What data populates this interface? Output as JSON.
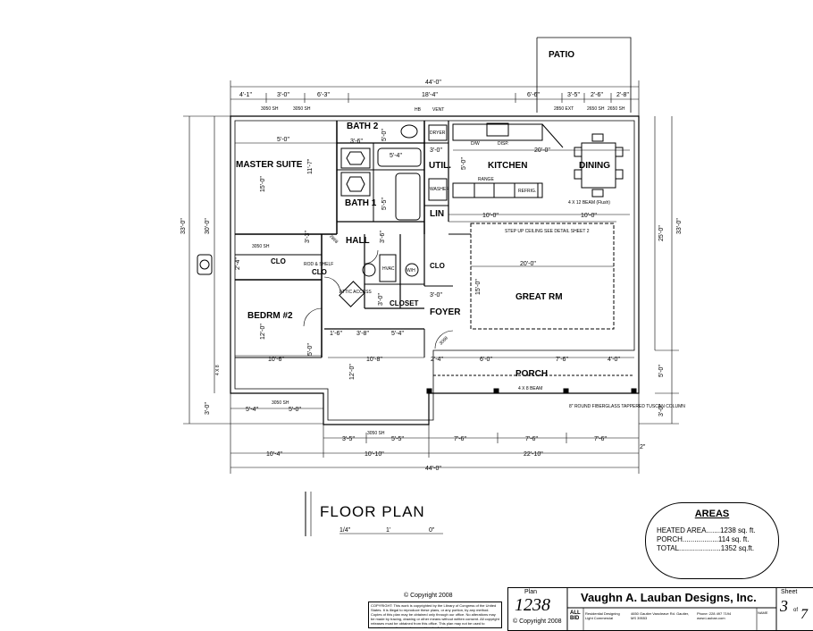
{
  "labels": {
    "patio": "PATIO",
    "bath2": "BATH 2",
    "master_suite": "MASTER SUITE",
    "util": "UTIL.",
    "kitchen": "KITCHEN",
    "dining": "DINING",
    "bath1": "BATH 1",
    "lin": "LIN",
    "hall": "HALL",
    "clo_master": "CLO",
    "clo_bed": "CLO",
    "clo_hall": "CLO",
    "closet": "CLOSET",
    "foyer": "FOYER",
    "great_rm": "GREAT RM",
    "bedrm2": "BEDRM #2",
    "porch": "PORCH",
    "dryer": "DRYER",
    "washer": "WASHER",
    "range": "RANGE",
    "refrig": "REFRIG.",
    "dw": "D/W",
    "disp": "DISP.",
    "wh": "W/H",
    "hvac": "HVAC",
    "attic": "ATTIC ACCESS",
    "rod_shelf": "ROD & SHELF",
    "step_ceiling": "STEP UP CEILING SEE DETAIL SHEET 2",
    "beam_flush": "4 X 12 BEAM (Flush)",
    "beam_porch": "4 X 8 BEAM",
    "column_note": "8\" ROUND FIBERGLASS TAPPERED TUSCAN COLUMN",
    "vent": "VENT",
    "hb": "HB"
  },
  "dimensions": {
    "overall_top": "44'-0\"",
    "overall_bottom": "44'-0\"",
    "top_segments": [
      "4'-1\"",
      "3'-0\"",
      "6'-3\"",
      "18'-4\"",
      "6'-6\"",
      "3'-5\"",
      "2'-6\"",
      "2'-8\""
    ],
    "left_overall": "33'-0\"",
    "left_inner": "30'-0\"",
    "left_bottom": "3'-0\"",
    "right_overall": "33'-0\"",
    "right_upper": "25'-0\"",
    "right_mid": "5'-0\"",
    "right_bottom": "3'-0\"",
    "master_width": "5'-0\"",
    "master_depth": "15'-0\"",
    "master_side": "11'-7\"",
    "bath2_a": "3'-6\"",
    "bath2_b": "5'-0\"",
    "bath1_a": "5'-4\"",
    "bath1_b": "5'-5\"",
    "util_a": "3'-0\"",
    "util_b": "5'-0\"",
    "kitchen_dim": "20'-0\"",
    "kitchen_a": "10'-0\"",
    "kitchen_b": "10'-0\"",
    "great_w": "20'-0\"",
    "great_d": "15'-0\"",
    "hall_a": "3'-3\"",
    "hall_b": "3'-6\"",
    "clo_a": "2'-4\"",
    "clo_b": "3'-0\"",
    "closet_w": "3'-0\"",
    "foyer_w": "3'-0\"",
    "bed_w": "10'-6\"",
    "bed_d": "12'-0\"",
    "bed_side": "5'-0\"",
    "bed_bottom_a": "5'-4\"",
    "bed_bottom_b": "5'-0\"",
    "garage_w": "10'-8\"",
    "garage_d": "12'-0\"",
    "garage_a": "1'-6\"",
    "garage_b": "3'-8\"",
    "garage_c": "5'-4\"",
    "porch_a": "2'-4\"",
    "porch_b": "6'-0\"",
    "porch_c": "7'-6\"",
    "porch_d": "4'-0\"",
    "bottom_a": "3'-5\"",
    "bottom_b": "5'-5\"",
    "bottom_c": "7'-6\"",
    "bottom_d": "7'-6\"",
    "bottom_e": "7'-6\"",
    "bottom_f": "10'-4\"",
    "bottom_g": "10'-10\"",
    "bottom_h": "22'-10\"",
    "note_2": "2\"",
    "window_3050": "3050 SH",
    "window_2650": "2650 SH",
    "window_2850": "2850 EXT",
    "door_2868": "2868",
    "door_3068": "3068",
    "beam_left": "4 X 8"
  },
  "title": {
    "text": "FLOOR PLAN",
    "scale_a": "1/4\"",
    "scale_b": "1'",
    "scale_c": "0\""
  },
  "areas": {
    "heading": "AREAS",
    "heated": "HEATED AREA.......1238 sq. ft.",
    "porch": "PORCH..................114 sq. ft.",
    "total": "TOTAL.....................1352 sq.ft."
  },
  "titleblock": {
    "copyright_top": "© Copyright 2008",
    "fine_print": "COPYRIGHT: This work is copyrighted by the Library of Congress of the United States. It is illegal to reproduce these plans, or any portion, by any method. Copies of this plan may be obtained only through our office. No alterations may be made by tracing, drawing or other means without written consent. All copyright releases must be obtained from this office. This plan may not be used to construct more than one house. - Vaughn A. Lauban",
    "plan_label": "Plan",
    "plan_number": "1238",
    "plan_copyright": "© Copyright 2008",
    "firm": "Vaughn A. Lauban Designs, Inc.",
    "allbid_1": "ALL",
    "allbid_2": "BID",
    "services": "Residential Designing Light Commercial",
    "address": "4650 Gautier Vancleave Rd. Gautier, MS 39553",
    "phone": "Phone: 228 497 7194 www.Lauban.com",
    "name_label": "NAME",
    "sheet_label": "Sheet",
    "sheet_num": "3",
    "sheet_of": "of",
    "sheet_total": "7"
  }
}
